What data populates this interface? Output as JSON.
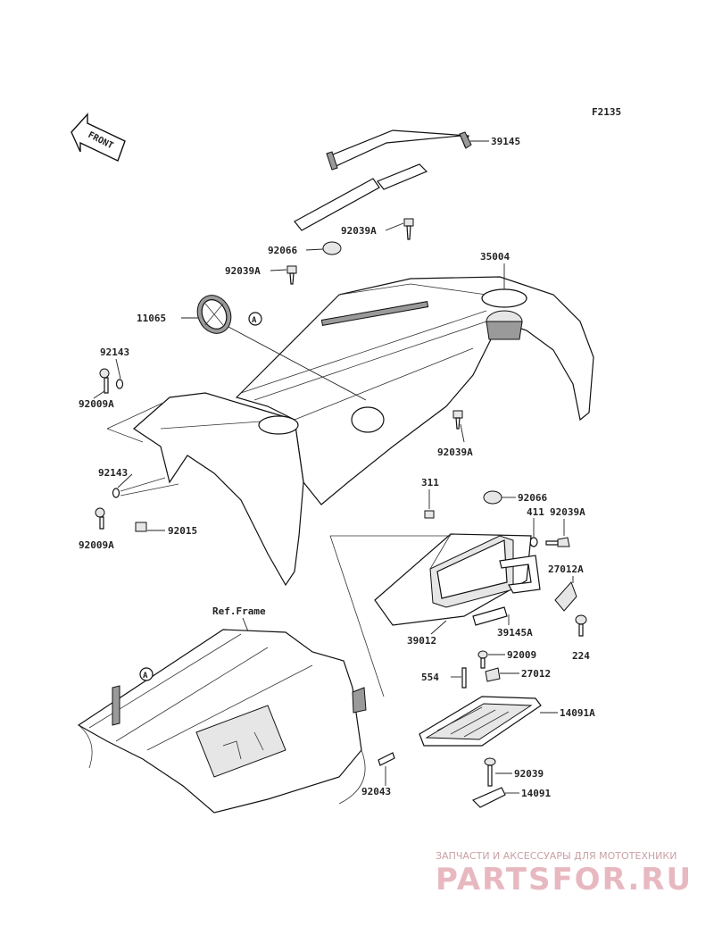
{
  "figure_code": "F2135",
  "front_label": "FRONT",
  "ref_frame_label": "Ref.Frame",
  "callout_a": "A",
  "watermark": {
    "top": "ЗАПЧАСТИ И АКСЕССУАРЫ ДЛЯ МОТОТЕХНИКИ",
    "main": "PARTSFOR.RU"
  },
  "labels": [
    {
      "id": "p39145",
      "text": "39145"
    },
    {
      "id": "p92039a_1",
      "text": "92039A"
    },
    {
      "id": "p92066_1",
      "text": "92066"
    },
    {
      "id": "p92039a_2",
      "text": "92039A"
    },
    {
      "id": "p35004",
      "text": "35004"
    },
    {
      "id": "p11065",
      "text": "11065"
    },
    {
      "id": "p92143_1",
      "text": "92143"
    },
    {
      "id": "p92009a_1",
      "text": "92009A"
    },
    {
      "id": "p92039a_3",
      "text": "92039A"
    },
    {
      "id": "p92143_2",
      "text": "92143"
    },
    {
      "id": "p92009a_2",
      "text": "92009A"
    },
    {
      "id": "p92015",
      "text": "92015"
    },
    {
      "id": "p311",
      "text": "311"
    },
    {
      "id": "p92066_2",
      "text": "92066"
    },
    {
      "id": "p411",
      "text": "411"
    },
    {
      "id": "p92039a_4",
      "text": "92039A"
    },
    {
      "id": "p27012a",
      "text": "27012A"
    },
    {
      "id": "p39145a",
      "text": "39145A"
    },
    {
      "id": "p224",
      "text": "224"
    },
    {
      "id": "p39012",
      "text": "39012"
    },
    {
      "id": "p92009",
      "text": "92009"
    },
    {
      "id": "p554",
      "text": "554"
    },
    {
      "id": "p27012",
      "text": "27012"
    },
    {
      "id": "p14091a",
      "text": "14091A"
    },
    {
      "id": "p92039",
      "text": "92039"
    },
    {
      "id": "p92043",
      "text": "92043"
    },
    {
      "id": "p14091",
      "text": "14091"
    }
  ]
}
